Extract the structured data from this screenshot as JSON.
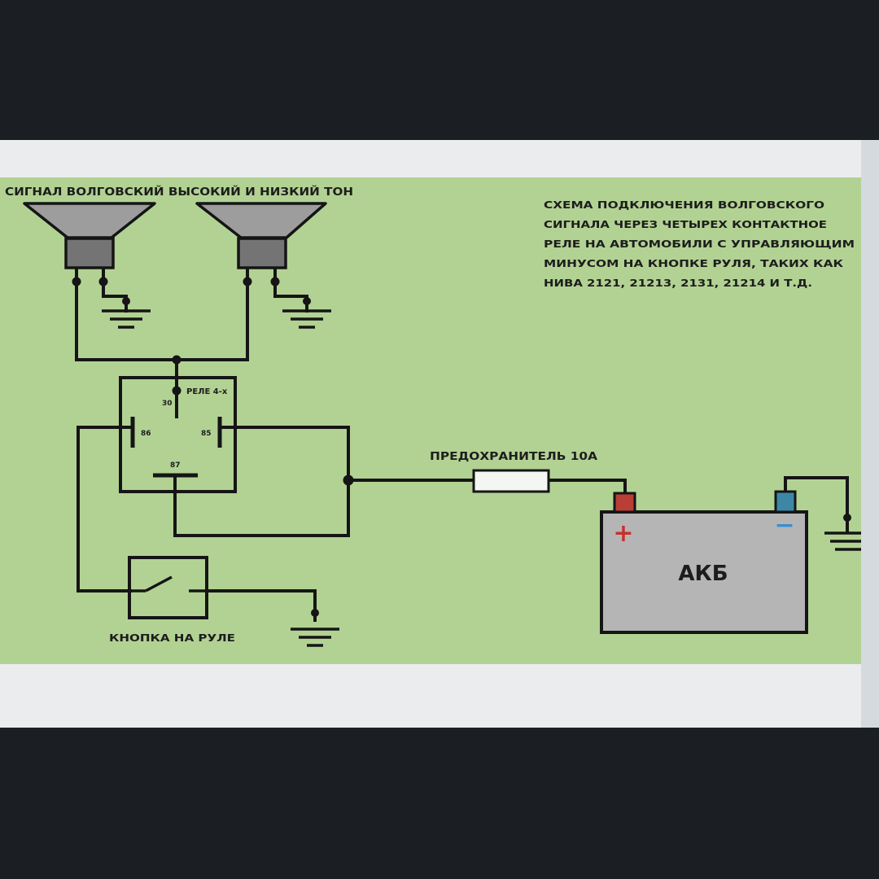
{
  "diagram": {
    "header_label": "СИГНАЛ ВОЛГОВСКИЙ ВЫСОКИЙ И НИЗКИЙ ТОН",
    "description_lines": [
      "СХЕМА ПОДКЛЮЧЕНИЯ ВОЛГОВСКОГО",
      "СИГНАЛА ЧЕРЕЗ ЧЕТЫРЕХ КОНТАКТНОЕ",
      "РЕЛЕ НА АВТОМОБИЛИ С УПРАВЛЯЮЩИМ",
      "МИНУСОМ НА КНОПКЕ РУЛЯ, ТАКИХ КАК",
      "НИВА 2121, 21213, 2131, 21214 И Т.Д."
    ],
    "relay": {
      "label": "РЕЛЕ 4-х",
      "pins": {
        "p30": "30",
        "p86": "86",
        "p85": "85",
        "p87": "87"
      }
    },
    "fuse_label": "ПРЕДОХРАНИТЕЛЬ 10А",
    "battery": {
      "label": "АКБ",
      "plus": "+",
      "minus": "−"
    },
    "switch_label": "КНОПКА НА РУЛЕ",
    "colors": {
      "panel": "#b2d293",
      "wire": "#151515",
      "horn_body": "#9d9d9d",
      "horn_coil": "#747474",
      "battery_body": "#b5b5b5",
      "plus_terminal": "#b83e37",
      "minus_terminal": "#3d87a6",
      "plus_sign": "#c9302c",
      "minus_sign": "#3a8fd0"
    }
  }
}
